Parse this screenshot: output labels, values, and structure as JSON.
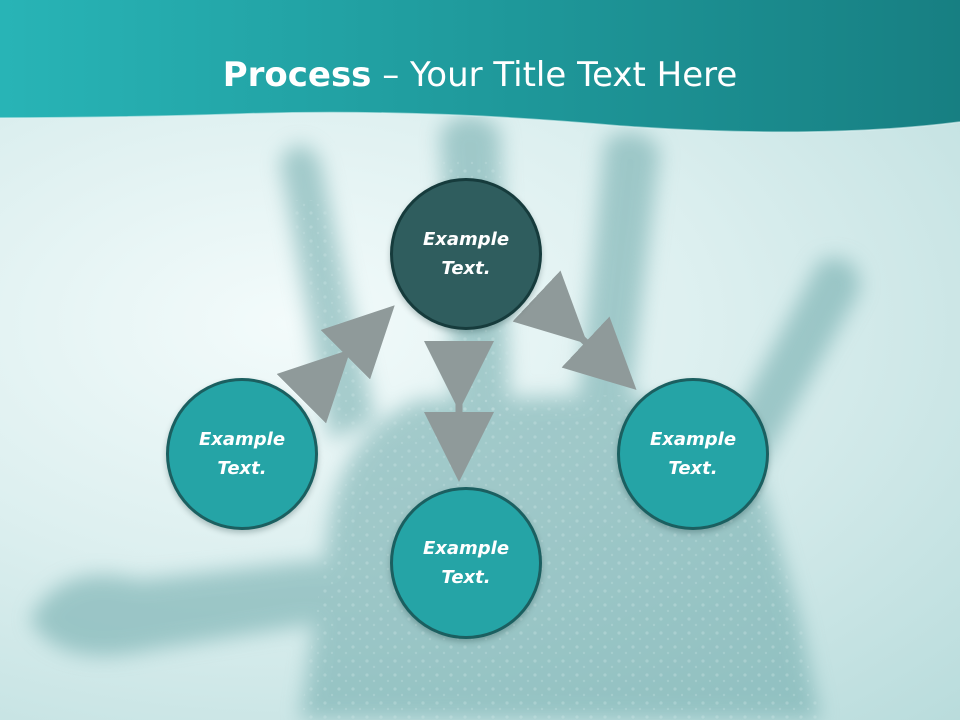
{
  "slide": {
    "title_bold": "Process",
    "title_rest": " – Your Title Text Here"
  },
  "diagram": {
    "nodes": [
      {
        "id": "top",
        "line1": "Example",
        "line2": "Text."
      },
      {
        "id": "left",
        "line1": "Example",
        "line2": "Text."
      },
      {
        "id": "right",
        "line1": "Example",
        "line2": "Text."
      },
      {
        "id": "bottom",
        "line1": "Example",
        "line2": "Text."
      }
    ],
    "arrow_color": "#8f9a9a"
  },
  "colors": {
    "header": "#1f9a9c",
    "node_primary": "#2f5d5e",
    "node_secondary": "#25a4a6",
    "node_border": "#1b5f60"
  }
}
